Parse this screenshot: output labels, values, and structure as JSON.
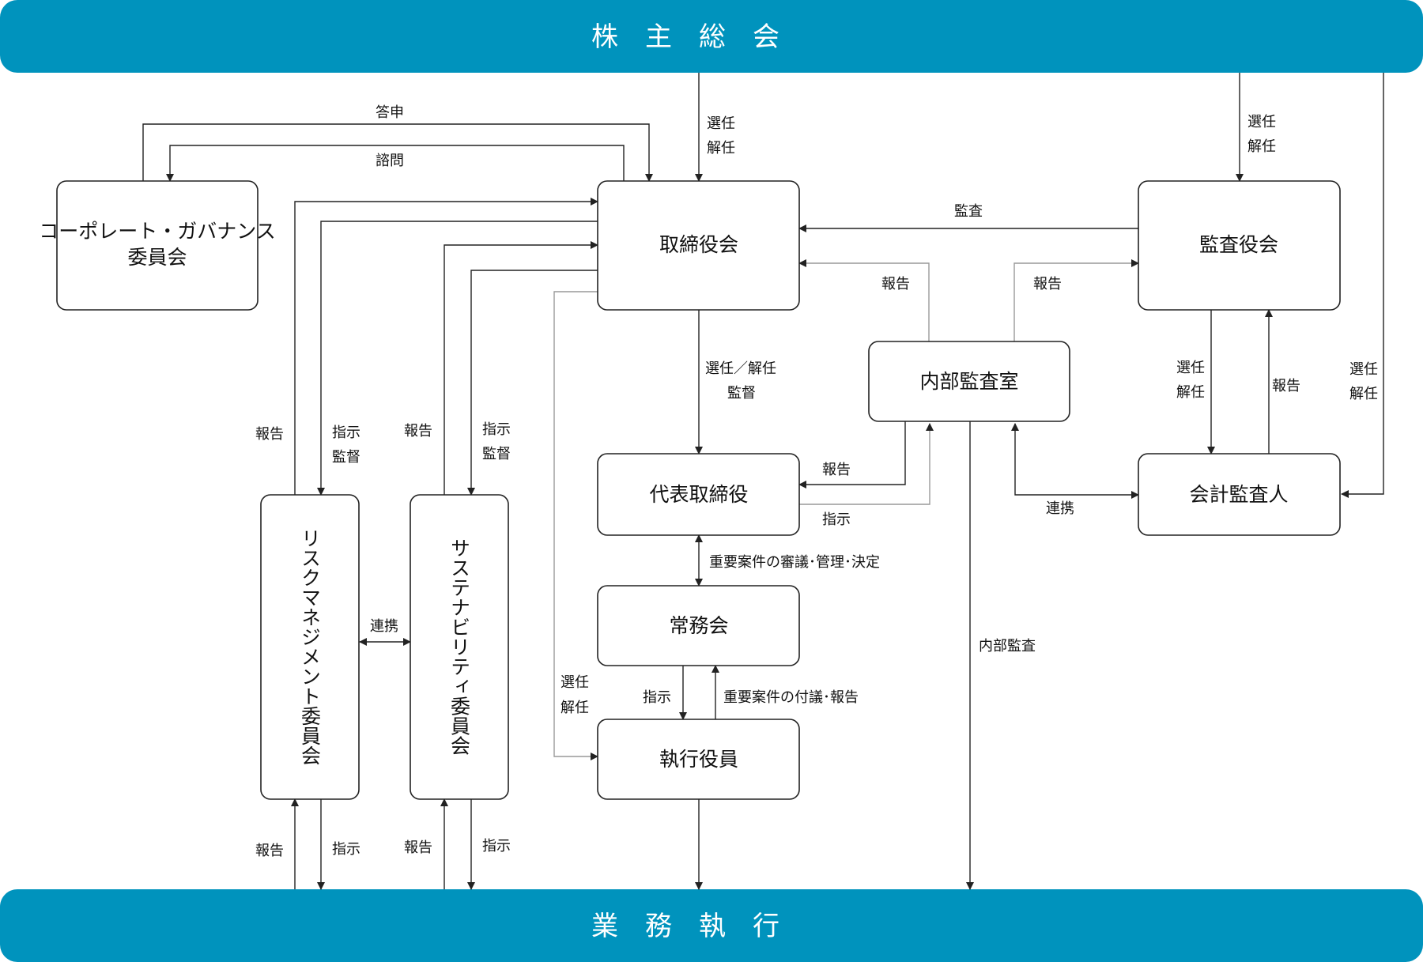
{
  "banners": {
    "top": "株主総会",
    "bottom": "業務執行"
  },
  "boxes": {
    "board": "取締役会",
    "governance_line1": "コーポレート・ガバナンス",
    "governance_line2": "委員会",
    "audit_board": "監査役会",
    "internal_audit": "内部監査室",
    "representative": "代表取締役",
    "accounting_auditor": "会計監査人",
    "executive_committee": "常務会",
    "executive_officers": "執行役員",
    "risk_committee": "リスクマネジメント委員会",
    "sustainability_committee": "サステナビリティ委員会"
  },
  "labels": {
    "report_answer": "答申",
    "consult": "諮問",
    "elect": "選任",
    "dismiss": "解任",
    "audit": "監査",
    "report": "報告",
    "elect_dismiss": "選任／解任",
    "supervise": "監督",
    "instruct": "指示",
    "cooperate": "連携",
    "important_matters": "重要案件の審議･管理･決定",
    "important_report": "重要案件の付議･報告",
    "internal_audit": "内部監査"
  },
  "colors": {
    "banner": "#0093bd",
    "line": "#222222"
  }
}
